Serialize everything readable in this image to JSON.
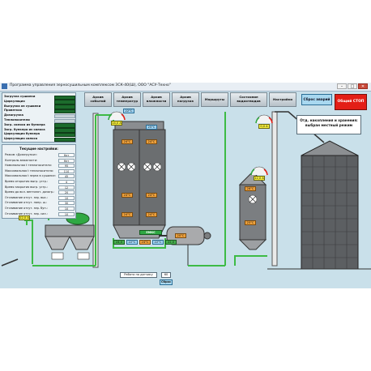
{
  "window": {
    "title": "Программа управления зерносушильным комплексом ЗСК-40(Ш), ООО \"АСУ-Техно\"",
    "btn_min": "–",
    "btn_max": "□",
    "btn_close": "✕"
  },
  "status_panel": {
    "rows": [
      {
        "label": "Загрузка сушилки",
        "active": true
      },
      {
        "label": "Циркуляция",
        "active": true
      },
      {
        "label": "Выгрузка из сушилки",
        "active": true
      },
      {
        "label": "Проветкак",
        "active": true
      },
      {
        "label": "Дозагрузка",
        "active": false
      },
      {
        "label": "Теплоносители",
        "active": false
      },
      {
        "label": "Загр. силоса из бункера",
        "active": true
      },
      {
        "label": "Загр. бункера из силоса",
        "active": true
      },
      {
        "label": "Циркуляция бункера",
        "active": true
      },
      {
        "label": "Циркуляция силоса",
        "active": true
      }
    ],
    "active_color": "#1c6b2c"
  },
  "settings_panel": {
    "header": "Текущие настройки:",
    "rows": [
      {
        "label": "Режим «Дозагрузки»:",
        "value": "Нет"
      },
      {
        "label": "Контроль влажности:",
        "value": "Нет"
      },
      {
        "label": "Номинальная t теплоносителя:",
        "value": "95"
      },
      {
        "label": "Максимальная t теплоносителя:",
        "value": "110"
      },
      {
        "label": "Максимальная t зерна в сушилке:",
        "value": "45"
      },
      {
        "label": "Время открытия выгр. устр.:",
        "value": "4"
      },
      {
        "label": "Время закрытия выгр. устр.:",
        "value": "12"
      },
      {
        "label": "Время до вкл. вентилят. дозагр.:",
        "value": "20"
      },
      {
        "label": "Отсеивание отсут. зер. выс.:",
        "value": "10"
      },
      {
        "label": "Отсеивание отсут. напр. ш.:",
        "value": "30"
      },
      {
        "label": "Отсеивание отсут. зер. бун.:",
        "value": "10"
      },
      {
        "label": "Отсеивание отсут. зер. сил.:",
        "value": "10"
      }
    ]
  },
  "nav": {
    "events_archive": "Архив событий",
    "temperature_archive": "Архив температур",
    "humidity_archive": "Архив влажности",
    "load_archive": "Архив нагрузок",
    "routes": "Маршруты",
    "water_state": "Состояние водоотводов",
    "settings": "Настройки",
    "reset_alarms": "Сброс аварий",
    "emergency_stop": "Общий СТОП"
  },
  "info_box": "Отд. накопления и хранения: выбран местный режим",
  "readings": {
    "amp_left": "12,0 А",
    "amp_mid": "14,0 А",
    "amp_right": "12,0 А",
    "amp_top_right": "0,0 А",
    "temp_top_blue_1": "22°С",
    "temp_top_blue_2": "25°С",
    "temp_dryer_1": "24°С",
    "temp_dryer_2": "24°С",
    "temp_dryer_3": "24°С",
    "temp_dryer_4": "24°С",
    "temp_dryer_5": "24°С",
    "temp_dryer_6": "24°С",
    "temp_tower_1": "26°С",
    "temp_tower_2": "25°С",
    "temp_burner": "20°С",
    "temp_bottom_1": "22°С",
    "temp_bottom_2": "24°С",
    "temp_bottom_3": "22°С",
    "temp_bottom_green_1": "24,0",
    "temp_bottom_green_2": "22,0",
    "mixing": "ЕМКС"
  },
  "level": {
    "label": "Работа по датчику",
    "value": "60",
    "reset": "Сброс"
  },
  "colors": {
    "pipe_green": "#3dbb45",
    "amp_yellow": "#f5ee3a",
    "temp_orange": "#f0a23c",
    "temp_blue": "#9fd3f2",
    "stop_red": "#e31e16",
    "background": "#c9e0ea"
  }
}
